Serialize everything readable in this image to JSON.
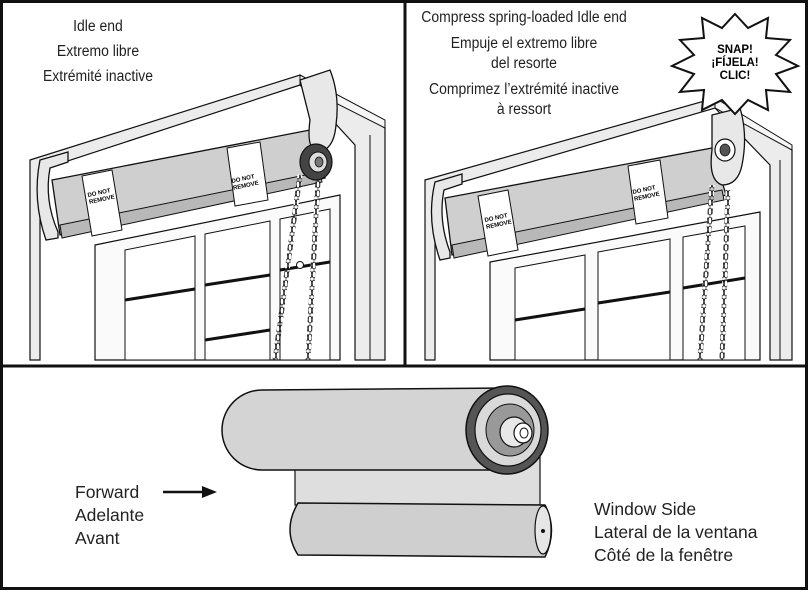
{
  "panel_left": {
    "lines": [
      "Idle end",
      "Extremo libre",
      "Extrémité inactive"
    ]
  },
  "panel_right": {
    "lines": [
      "Compress spring-loaded Idle end",
      "Empuje el extremo libre",
      "del resorte",
      "Comprimez l’extrémité inactive",
      "à ressort"
    ],
    "burst": [
      "SNAP!",
      "¡FÍJELA!",
      "CLIC!"
    ]
  },
  "bottom": {
    "forward": [
      "Forward",
      "Adelante",
      "Avant"
    ],
    "window_side": [
      "Window Side",
      "Lateral de la ventana",
      "Côté de la fenêtre"
    ]
  },
  "shade_label": [
    "DO NOT",
    "REMOVE"
  ],
  "colors": {
    "fabric": "#d0d0d0",
    "outline": "#111111",
    "bracket": "#e8e8e8"
  }
}
